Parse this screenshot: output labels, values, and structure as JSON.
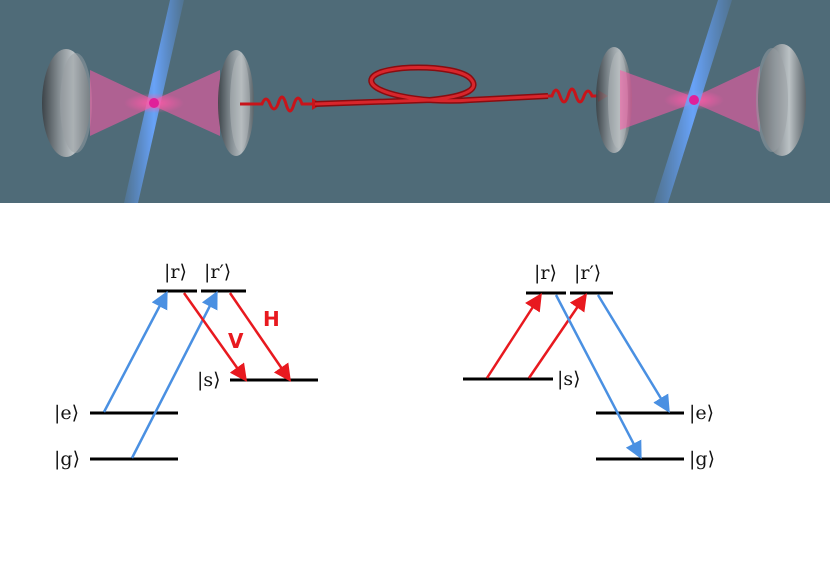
{
  "colors": {
    "scene_background": "#4f6b78",
    "laser_beam": "#5b97f0",
    "cavity_mode": "#ff4fa0",
    "atom": "#e0209a",
    "fiber": "#c8141a",
    "mirror": "#6a6f73",
    "blue_transition": "#4a90e2",
    "red_transition": "#e8191f",
    "level_line": "#000000"
  },
  "icons": [
    "mirror-icon",
    "atom-icon",
    "photon-wave-icon",
    "fiber-loop-icon",
    "laser-beam-icon"
  ],
  "left_scheme": {
    "levels": {
      "r": "|r⟩",
      "r_prime": "|r′⟩",
      "s": "|s⟩",
      "e": "|e⟩",
      "g": "|g⟩"
    },
    "polarizations": {
      "v": "V",
      "h": "H"
    }
  },
  "right_scheme": {
    "levels": {
      "r": "|r⟩",
      "r_prime": "|r′⟩",
      "s": "|s⟩",
      "e": "|e⟩",
      "g": "|g⟩"
    }
  }
}
